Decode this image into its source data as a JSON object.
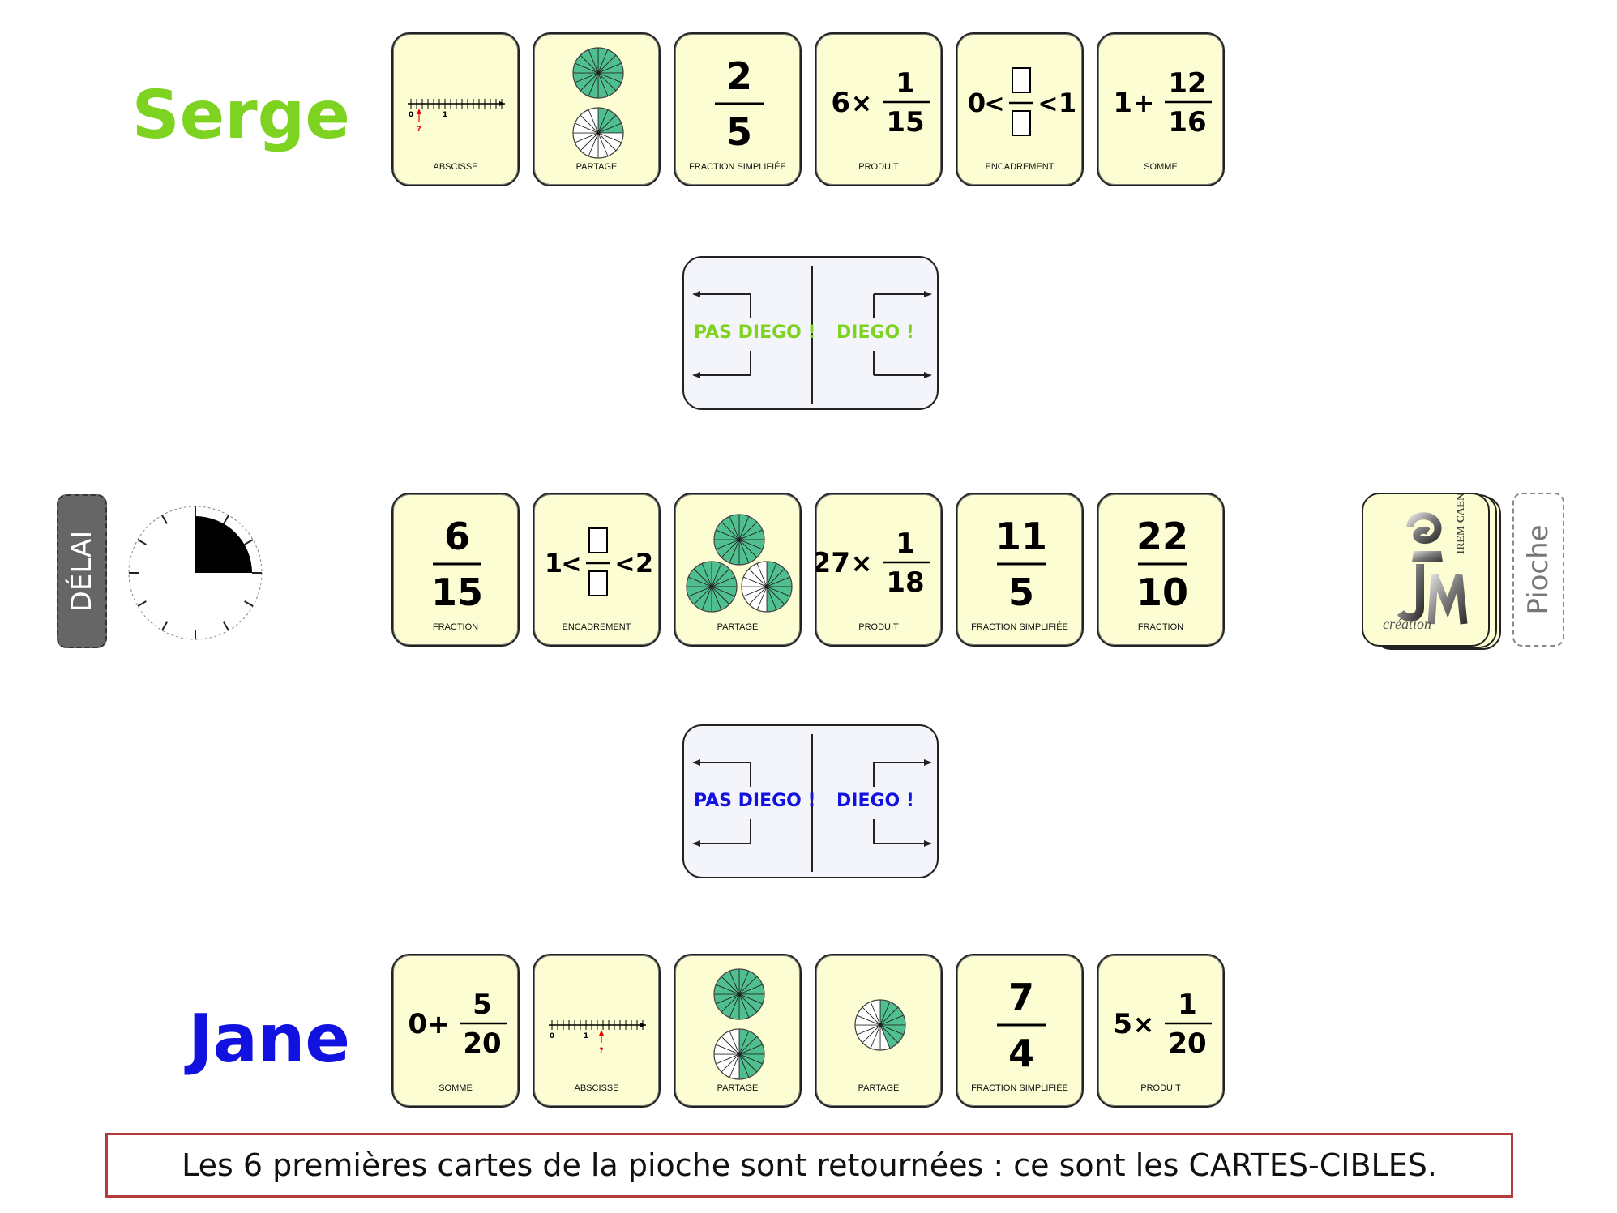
{
  "players": {
    "top": {
      "name": "Serge",
      "color": "#7ed321"
    },
    "bottom": {
      "name": "Jane",
      "color": "#1212e0"
    }
  },
  "controls": {
    "delai_label": "DÉLAI",
    "pioche_label": "Pioche"
  },
  "diego_panels": {
    "top": {
      "left_label": "PAS DIEGO !",
      "right_label": "DIEGO !",
      "color": "#7ed321"
    },
    "bottom": {
      "left_label": "PAS DIEGO !",
      "right_label": "DIEGO !",
      "color": "#1212e0"
    }
  },
  "timer": {
    "remaining_fraction": 0.25
  },
  "deck_logo": {
    "text_main": "création",
    "text_side": "IREM CAEN"
  },
  "serge_cards": [
    {
      "kind": "abscisse",
      "label": "ABSCISSE",
      "axis_labels": [
        "0",
        "1",
        "?"
      ]
    },
    {
      "kind": "partage",
      "label": "PARTAGE",
      "disks": 2,
      "sectors": 16,
      "filled": 20
    },
    {
      "kind": "fraction",
      "label": "FRACTION SIMPLIFIÉE",
      "num": "2",
      "den": "5"
    },
    {
      "kind": "produit",
      "label": "PRODUIT",
      "factor": "6",
      "op": "×",
      "num": "1",
      "den": "15"
    },
    {
      "kind": "encadrement",
      "label": "ENCADREMENT",
      "low": "0",
      "high": "1"
    },
    {
      "kind": "somme",
      "label": "SOMME",
      "factor": "1",
      "op": "+",
      "num": "12",
      "den": "16"
    }
  ],
  "target_cards": [
    {
      "kind": "fraction",
      "label": "FRACTION",
      "num": "6",
      "den": "15"
    },
    {
      "kind": "encadrement",
      "label": "ENCADREMENT",
      "low": "1",
      "high": "2"
    },
    {
      "kind": "partage3",
      "label": "PARTAGE",
      "disks": 3,
      "sectors": 16,
      "filled": 40
    },
    {
      "kind": "produit",
      "label": "PRODUIT",
      "factor": "27",
      "op": "×",
      "num": "1",
      "den": "18"
    },
    {
      "kind": "fraction",
      "label": "FRACTION SIMPLIFIÉE",
      "num": "11",
      "den": "5"
    },
    {
      "kind": "fraction",
      "label": "FRACTION",
      "num": "22",
      "den": "10"
    }
  ],
  "jane_cards": [
    {
      "kind": "somme",
      "label": "SOMME",
      "factor": "0",
      "op": "+",
      "num": "5",
      "den": "20"
    },
    {
      "kind": "abscisse",
      "label": "ABSCISSE",
      "axis_labels": [
        "0",
        "1",
        "?"
      ]
    },
    {
      "kind": "partage",
      "label": "PARTAGE",
      "disks": 2,
      "sectors": 16,
      "filled": 24
    },
    {
      "kind": "partage1",
      "label": "PARTAGE",
      "disks": 1,
      "sectors": 16,
      "filled": 7
    },
    {
      "kind": "fraction",
      "label": "FRACTION SIMPLIFIÉE",
      "num": "7",
      "den": "4"
    },
    {
      "kind": "produit",
      "label": "PRODUIT",
      "factor": "5",
      "op": "×",
      "num": "1",
      "den": "20"
    }
  ],
  "banner_text": "Les 6 premières cartes de la pioche sont retournées : ce sont les CARTES-CIBLES."
}
